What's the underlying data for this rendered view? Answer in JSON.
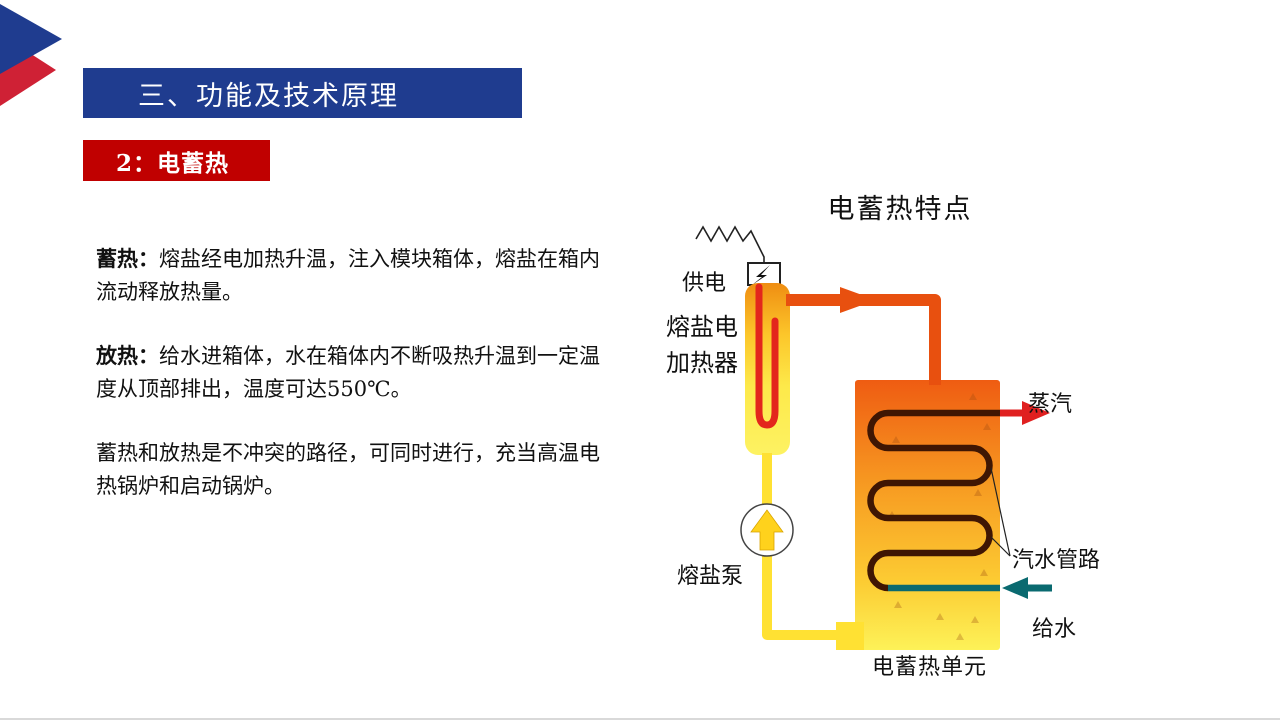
{
  "slide": {
    "section_title": "三、功能及技术原理",
    "badge_label": "2：电蓄热"
  },
  "content": {
    "paragraphs": [
      {
        "label": "蓄热：",
        "text": "熔盐经电加热升温，注入模块箱体，熔盐在箱内流动释放热量。"
      },
      {
        "label": "放热：",
        "text": "给水进箱体，水在箱体内不断吸热升温到一定温度从顶部排出，温度可达550℃。"
      },
      {
        "label": "",
        "text": "蓄热和放热是不冲突的路径，可同时进行，充当高温电热锅炉和启动锅炉。"
      }
    ]
  },
  "diagram": {
    "title": "电蓄热特点",
    "labels": {
      "power_supply": "供电",
      "heater": "熔盐电\n加热器",
      "pump": "熔盐泵",
      "steam": "蒸汽",
      "steam_water_pipes": "汽水管路",
      "feed_water": "给水",
      "unit": "电蓄热单元"
    },
    "colors": {
      "title_bar_blue": "#1f3c8f",
      "badge_red": "#c00000",
      "deco_red": "#cf2135",
      "hot_pipe_orange": "#e8500f",
      "molten_salt_yellow": "#ffe133",
      "steam_red": "#e02020",
      "feed_water_teal": "#0a6a70",
      "coil_maroon": "#3f1603",
      "tank_top_orange": "#ef5c12",
      "tank_bottom_yellow": "#fdf258"
    }
  }
}
